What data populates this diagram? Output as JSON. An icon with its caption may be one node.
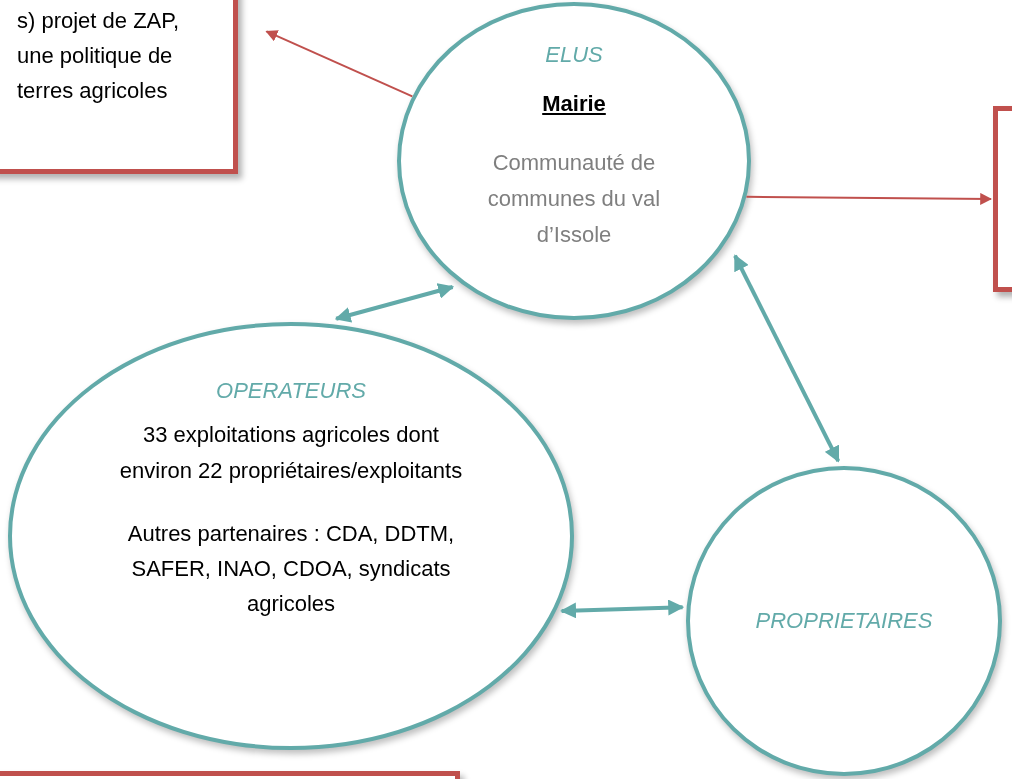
{
  "diagram": {
    "nodes": [
      {
        "text": [
          "s) projet de ZAP, une politique de terres agricoles"
        ]
      },
      {
        "text": [
          "ELUS",
          "Mairie",
          "Communauté de communes du val d’Issole"
        ]
      },
      {
        "text": [],
        "shape": "box"
      },
      {
        "text": [
          "OPERATEURS",
          "33 exploitations agricoles dont environ 22 propriétaires/exploitants",
          "Autres partenaires : CDA, DDTM, SAFER, INAO, CDOA, syndicats agricoles"
        ]
      },
      {
        "text": [
          "PROPRIETAIRES"
        ]
      },
      {
        "text": [],
        "shape": "box"
      }
    ],
    "edges": [
      {
        "from": 1,
        "to": 0,
        "arrow": "to",
        "color": "#c0504d"
      },
      {
        "from": 1,
        "to": 2,
        "arrow": "to",
        "color": "#c0504d"
      },
      {
        "from": 1,
        "to": 3,
        "arrow": "both"
      },
      {
        "from": 1,
        "to": 4,
        "arrow": "both"
      },
      {
        "from": 3,
        "to": 4,
        "arrow": "both"
      }
    ]
  }
}
